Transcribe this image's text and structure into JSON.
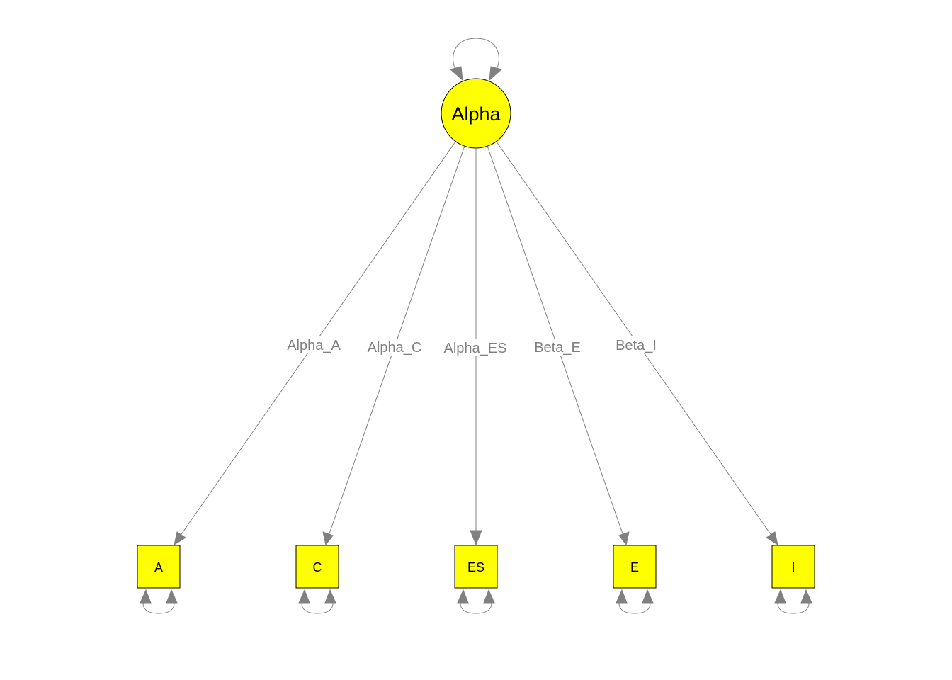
{
  "colors": {
    "node_fill": "#ffff00",
    "node_border": "#000000",
    "edge": "#808080",
    "background": "#ffffff"
  },
  "latent": {
    "label": "Alpha"
  },
  "manifests": [
    {
      "id": "a",
      "label": "A"
    },
    {
      "id": "c",
      "label": "C"
    },
    {
      "id": "es",
      "label": "ES"
    },
    {
      "id": "e",
      "label": "E"
    },
    {
      "id": "i",
      "label": "I"
    }
  ],
  "edges": [
    {
      "to": "a",
      "label": "Alpha_A"
    },
    {
      "to": "c",
      "label": "Alpha_C"
    },
    {
      "to": "es",
      "label": "Alpha_ES"
    },
    {
      "to": "e",
      "label": "Beta_E"
    },
    {
      "to": "i",
      "label": "Beta_I"
    }
  ]
}
